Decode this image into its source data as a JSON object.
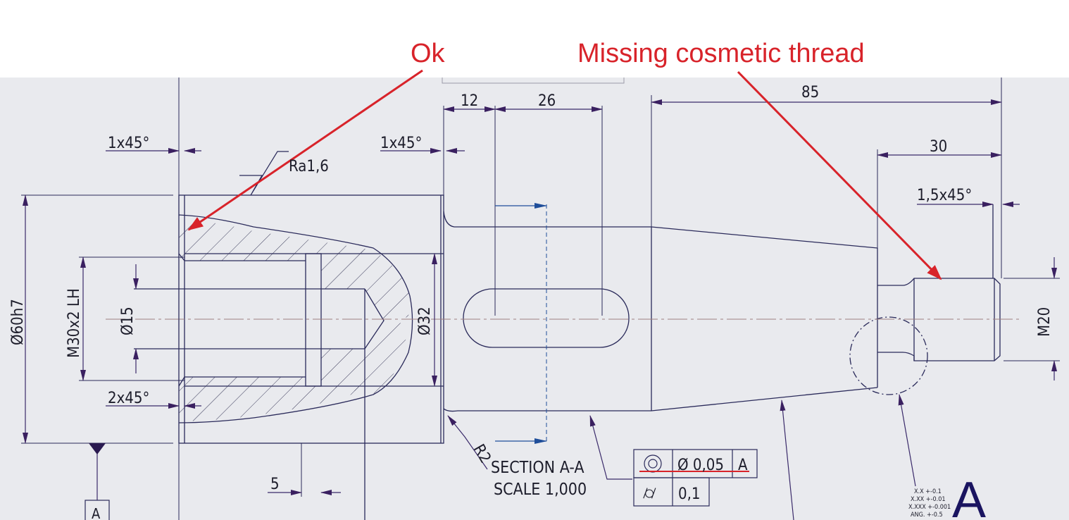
{
  "annotations": {
    "ok_label": "Ok",
    "missing_thread_label": "Missing cosmetic thread"
  },
  "dimensions": {
    "chamfer_left": "1x45°",
    "chamfer_mid": "1x45°",
    "chamfer_inner": "2x45°",
    "chamfer_right": "1,5x45°",
    "roughness": "Ra1,6",
    "dim_12": "12",
    "dim_26": "26",
    "dim_85": "85",
    "dim_30": "30",
    "dim_5": "5",
    "dia_60": "Ø60h7",
    "thread_m30": "M30x2 LH",
    "dia_15": "Ø15",
    "dia_32": "Ø32",
    "thread_m20": "M20",
    "radius": "R2"
  },
  "section": {
    "title": "SECTION A-A",
    "scale": "SCALE 1,000"
  },
  "tolerance_frame": {
    "row1_symbol": "◎",
    "row1_value": "Ø 0,05",
    "row1_datum": "A",
    "row2_symbol": "⌭",
    "row2_value": "0,1"
  },
  "datum_label": "A",
  "general_tolerances": {
    "lines": [
      "X.X  +-0.1",
      "X.XX +-0.01",
      "X.XXX +-0.001",
      "ANG. +-0.5"
    ],
    "large_letter": "A"
  },
  "colors": {
    "sheet": "#e9eaee",
    "geometry": "#2a2a5a",
    "dimension": "#3a2a6a",
    "annotation": "#d8232a",
    "arrow_blue": "#1f4e9a",
    "centerline": "#a08080"
  }
}
